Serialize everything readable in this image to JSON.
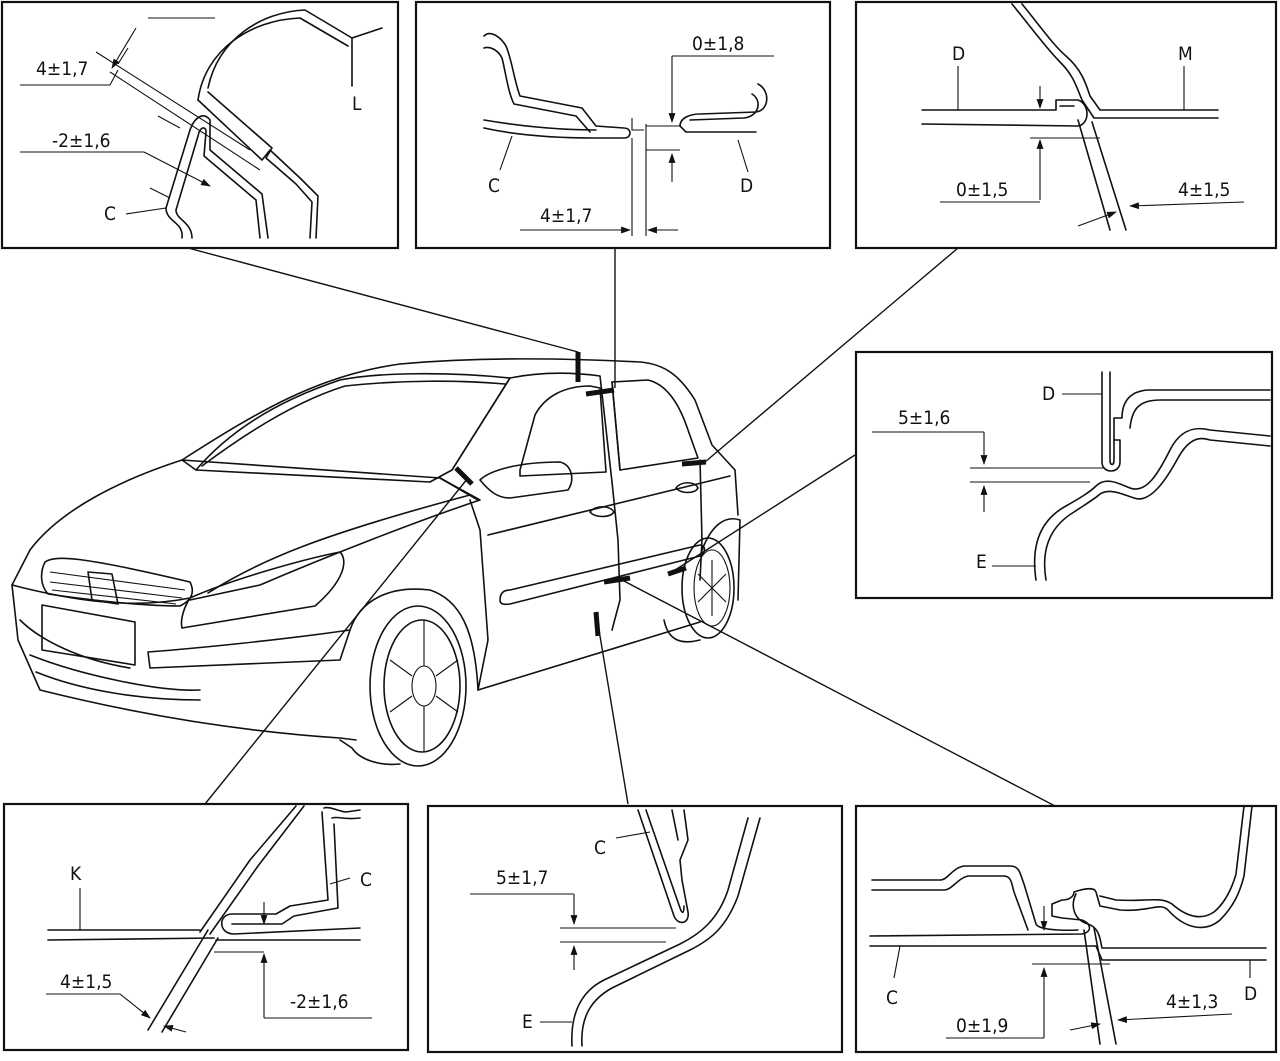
{
  "diagram": {
    "detail_panels": [
      {
        "id": "top-left",
        "labels": {
          "c": "C",
          "l": "L"
        },
        "dims": {
          "a": "4±1,7",
          "b": "-2±1,6"
        }
      },
      {
        "id": "top-center",
        "labels": {
          "c": "C",
          "d": "D"
        },
        "dims": {
          "a": "0±1,8",
          "b": "4±1,7"
        }
      },
      {
        "id": "top-right",
        "labels": {
          "d": "D",
          "m": "M"
        },
        "dims": {
          "a": "0±1,5",
          "b": "4±1,5"
        }
      },
      {
        "id": "middle-right",
        "labels": {
          "d": "D",
          "e": "E"
        },
        "dims": {
          "a": "5±1,6"
        }
      },
      {
        "id": "bottom-left",
        "labels": {
          "k": "K",
          "c": "C"
        },
        "dims": {
          "a": "4±1,5",
          "b": "-2±1,6"
        }
      },
      {
        "id": "bottom-center",
        "labels": {
          "c": "C",
          "e": "E"
        },
        "dims": {
          "a": "5±1,7"
        }
      },
      {
        "id": "bottom-right",
        "labels": {
          "c": "C",
          "d": "D"
        },
        "dims": {
          "a": "4±1,3",
          "b": "0±1,9"
        }
      }
    ]
  }
}
